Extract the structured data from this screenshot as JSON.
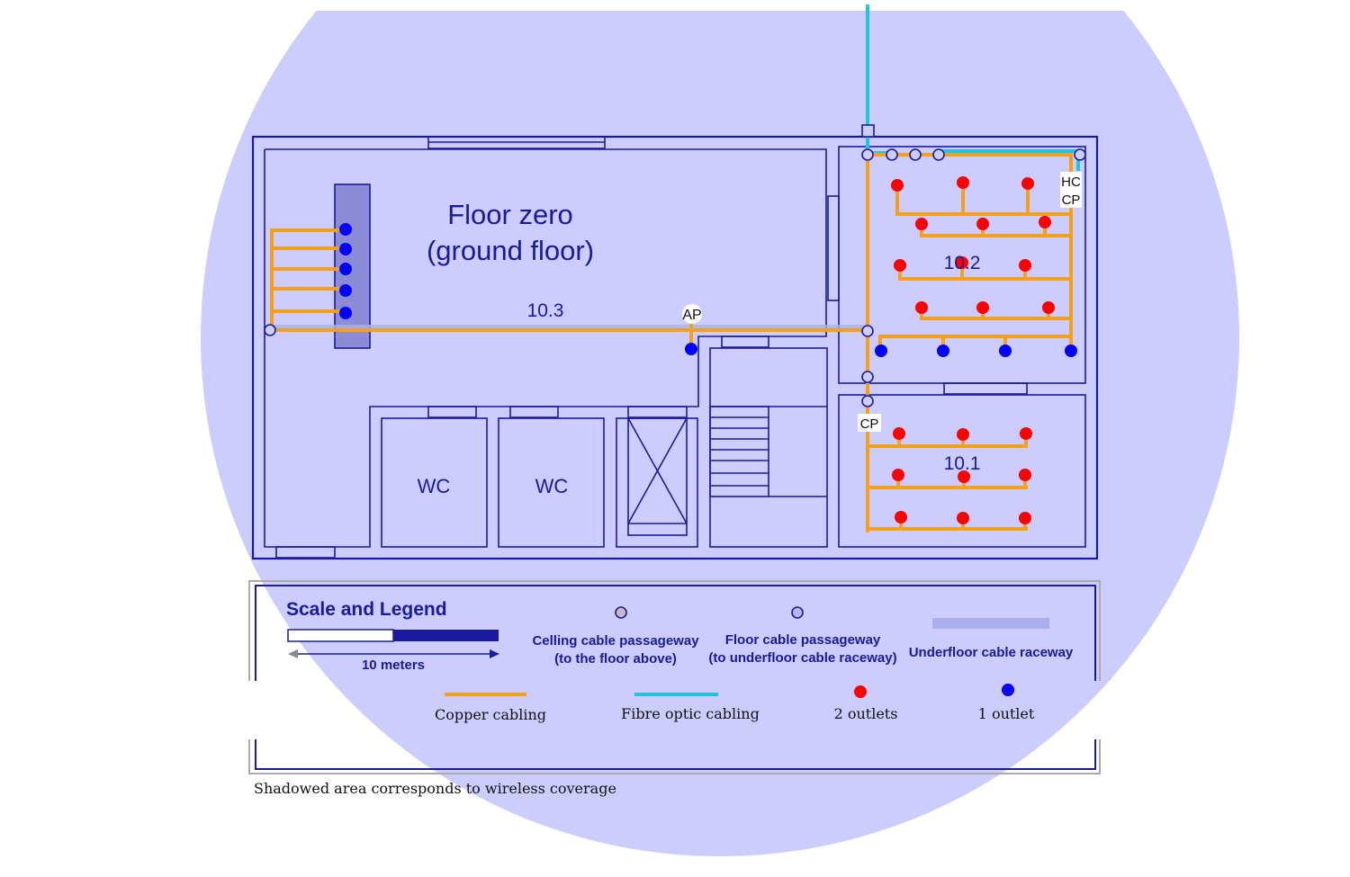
{
  "floor": {
    "title_line1": "Floor zero",
    "title_line2": "(ground floor)",
    "rooms": {
      "main": "10.3",
      "office_upper": "10.2",
      "office_lower": "10.1",
      "wc_left": "WC",
      "wc_right": "WC"
    },
    "points": {
      "ap": "AP",
      "hc": "HC",
      "cp_hc": "CP",
      "cp_lower": "CP"
    }
  },
  "legend": {
    "title": "Scale and Legend",
    "scale_label": "10 meters",
    "ceiling_line1": "Celling cable passageway",
    "ceiling_line2": "(to the floor above)",
    "floor_line1": "Floor cable passageway",
    "floor_line2": "(to underfloor cable raceway)",
    "raceway": "Underfloor cable raceway",
    "copper": "Copper cabling",
    "fibre": "Fibre optic cabling",
    "two_outlets": "2 outlets",
    "one_outlet": "1 outlet",
    "footnote": "Shadowed area corresponds to wireless coverage"
  },
  "colors": {
    "coverage": "#ccccff",
    "wall": "#1a1a9e",
    "copper": "#f5a01a",
    "fibre": "#22c4e6",
    "outlet_two": "#ff0000",
    "outlet_one": "#0000ff",
    "raceway": "#aab0ee"
  }
}
